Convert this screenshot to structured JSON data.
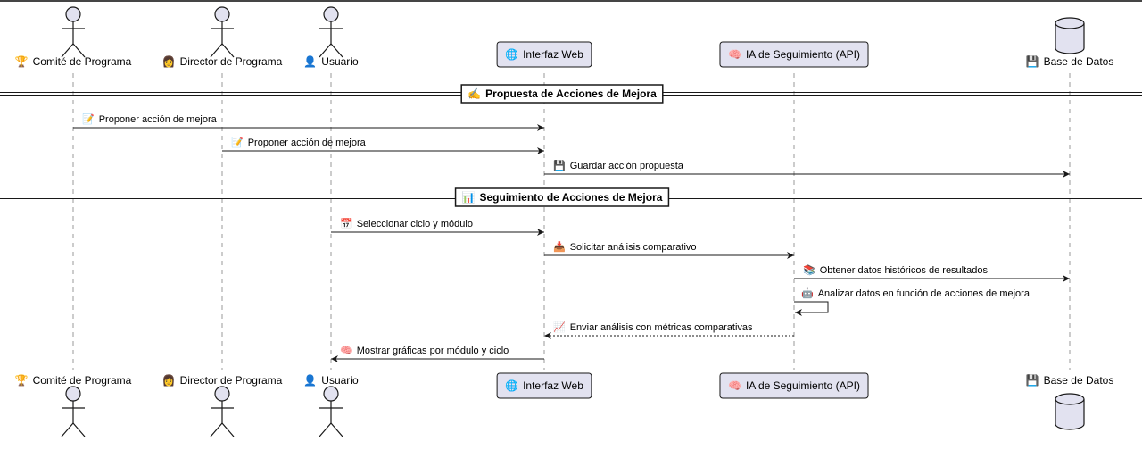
{
  "colors": {
    "line": "#181818",
    "lifeline": "#9a9a9a",
    "box_fill": "#e2e2f0",
    "box_stroke": "#181818",
    "actor_fill": "#e2e2f0",
    "top_border": "#454545"
  },
  "participants": [
    {
      "id": "comite",
      "label": "Comité de Programa",
      "kind": "actor",
      "icon": "trophy-icon",
      "glyph": "🏆"
    },
    {
      "id": "director",
      "label": "Director de Programa",
      "kind": "actor",
      "icon": "person-icon",
      "glyph": "👩"
    },
    {
      "id": "usuario",
      "label": "Usuario",
      "kind": "actor",
      "icon": "user-silhouette-icon",
      "glyph": "👤"
    },
    {
      "id": "web",
      "label": "Interfaz Web",
      "kind": "box",
      "icon": "globe-icon",
      "glyph": "🌐"
    },
    {
      "id": "ia",
      "label": "IA de Seguimiento (API)",
      "kind": "box",
      "icon": "brain-icon",
      "glyph": "🧠"
    },
    {
      "id": "db",
      "label": "Base de Datos",
      "kind": "database",
      "icon": "floppy-disk-icon",
      "glyph": "💾"
    }
  ],
  "sections": [
    {
      "label": "Propuesta de Acciones de Mejora",
      "icon": "writing-hand-icon",
      "glyph": "✍"
    },
    {
      "label": "Seguimiento de Acciones de Mejora",
      "icon": "bar-chart-icon",
      "glyph": "📊"
    }
  ],
  "messages": [
    {
      "from": "comite",
      "to": "web",
      "label": "Proponer acción de mejora",
      "icon": "memo-icon",
      "glyph": "📝",
      "style": "solid"
    },
    {
      "from": "director",
      "to": "web",
      "label": "Proponer acción de mejora",
      "icon": "memo-icon",
      "glyph": "📝",
      "style": "solid"
    },
    {
      "from": "web",
      "to": "db",
      "label": "Guardar acción propuesta",
      "icon": "floppy-disk-icon",
      "glyph": "💾",
      "style": "solid"
    },
    {
      "from": "usuario",
      "to": "web",
      "label": "Seleccionar ciclo y módulo",
      "icon": "calendar-icon",
      "glyph": "📅",
      "style": "solid"
    },
    {
      "from": "web",
      "to": "ia",
      "label": "Solicitar análisis comparativo",
      "icon": "inbox-tray-icon",
      "glyph": "📥",
      "style": "solid"
    },
    {
      "from": "ia",
      "to": "db",
      "label": "Obtener datos históricos de resultados",
      "icon": "books-icon",
      "glyph": "📚",
      "style": "solid"
    },
    {
      "from": "ia",
      "to": "ia",
      "label": "Analizar datos en función de acciones de mejora",
      "icon": "robot-icon",
      "glyph": "🤖",
      "style": "self"
    },
    {
      "from": "ia",
      "to": "web",
      "label": "Enviar análisis con métricas comparativas",
      "icon": "chart-increasing-icon",
      "glyph": "📈",
      "style": "dashed"
    },
    {
      "from": "web",
      "to": "usuario",
      "label": "Mostrar gráficas por módulo y ciclo",
      "icon": "brain-icon",
      "glyph": "🧠",
      "style": "solid"
    }
  ]
}
